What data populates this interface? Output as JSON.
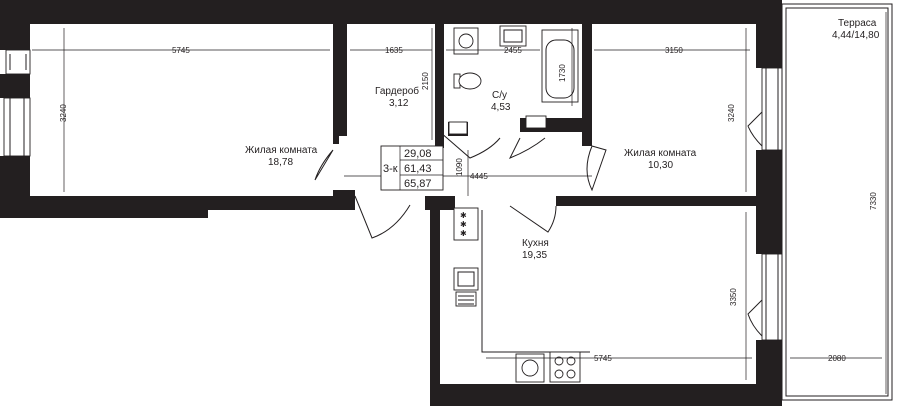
{
  "rooms": {
    "living_room_1": {
      "name": "Жилая комната",
      "area": "18,78"
    },
    "wardrobe": {
      "name": "Гардероб",
      "area": "3,12"
    },
    "bathroom": {
      "name": "С/у",
      "area": "4,53"
    },
    "living_room_2": {
      "name": "Жилая комната",
      "area": "10,30"
    },
    "kitchen": {
      "name": "Кухня",
      "area": "19,35"
    },
    "terrace": {
      "name": "Терраса",
      "area": "4,44/14,80"
    }
  },
  "summary": {
    "type": "3-к",
    "living_area": "29,08",
    "total_area": "61,43",
    "total_with_terrace": "65,87"
  },
  "dimensions": {
    "living1_width": "5745",
    "living1_height": "3240",
    "wardrobe_width": "1635",
    "wardrobe_height": "2150",
    "bath_width": "2455",
    "bath_tub_width": "1730",
    "living2_width": "3150",
    "living2_height": "3240",
    "corridor_width": "4445",
    "corridor_height": "1090",
    "kitchen_height": "3350",
    "kitchen_width": "5745",
    "terrace_height": "7330",
    "terrace_width": "2080"
  }
}
